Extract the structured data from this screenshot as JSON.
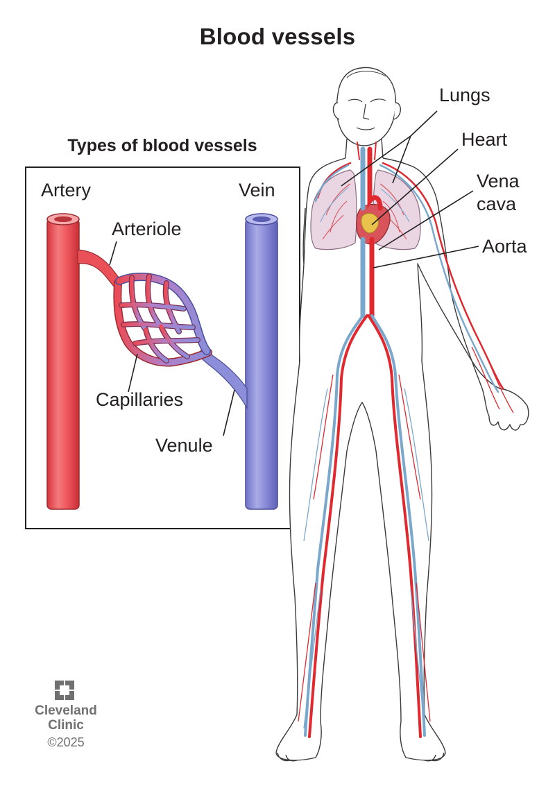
{
  "title": "Blood vessels",
  "inset": {
    "subtitle": "Types of blood vessels",
    "labels": {
      "artery": "Artery",
      "vein": "Vein",
      "arteriole": "Arteriole",
      "capillaries": "Capillaries",
      "venule": "Venule"
    }
  },
  "body_labels": {
    "lungs": "Lungs",
    "heart": "Heart",
    "vena_cava_line1": "Vena",
    "vena_cava_line2": "cava",
    "aorta": "Aorta"
  },
  "logo": {
    "name_line1": "Cleveland",
    "name_line2": "Clinic",
    "copyright": "©2025"
  },
  "colors": {
    "artery_red": "#ef5a5f",
    "vein_blue": "#8c8ed9",
    "capillary_purple": "#b27fc8",
    "body_vein": "#7aa7cc",
    "body_artery": "#e0282f",
    "lung_pink": "#e9d6e2",
    "heart_yellow": "#e8c24a",
    "text": "#231f20",
    "logo_gray": "#707070"
  }
}
